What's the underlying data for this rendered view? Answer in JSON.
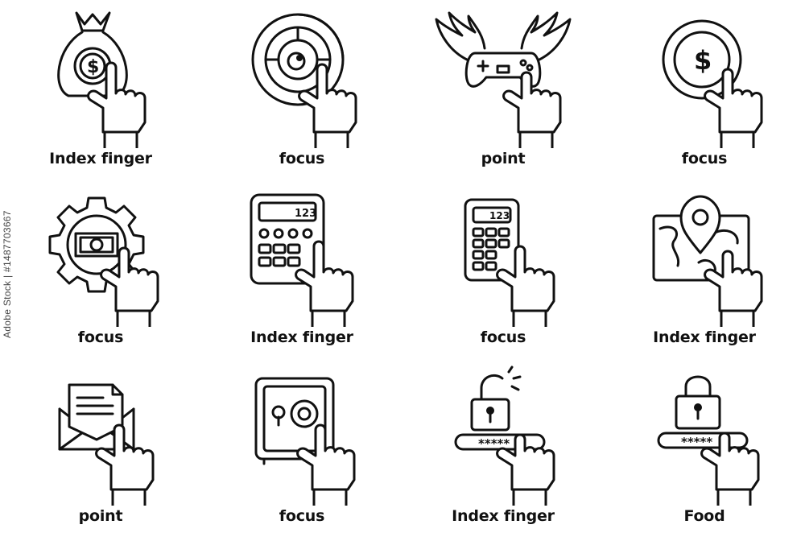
{
  "labels": [
    "Index finger",
    "focus",
    "point",
    "focus",
    "focus",
    "Index finger",
    "focus",
    "Index finger",
    "point",
    "focus",
    "Index finger",
    "Food"
  ],
  "icons": [
    "money-bag-icon",
    "target-icon",
    "winged-gamepad-icon",
    "coin-icon",
    "money-gear-icon",
    "calculator-icon",
    "calculator-icon",
    "map-pin-icon",
    "envelope-icon",
    "safe-icon",
    "unlocked-padlock-icon",
    "padlock-icon"
  ],
  "calc_display": "123",
  "password_mask": "*****",
  "watermark_id": "Adobe Stock | #1487703667",
  "colors": {
    "stroke": "#111111",
    "background": "#ffffff"
  }
}
